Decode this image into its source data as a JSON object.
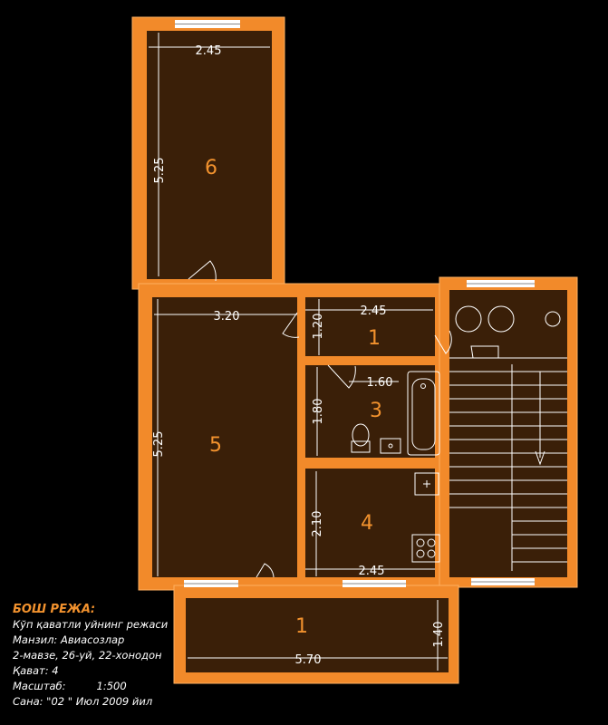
{
  "rooms": {
    "room6": {
      "number": "6",
      "width": "2.45",
      "length": "5.25"
    },
    "room5": {
      "number": "5",
      "width": "3.20",
      "length": "5.25"
    },
    "room1_top": {
      "number": "1",
      "width": "2.45",
      "depth": "1.20"
    },
    "room3": {
      "number": "3",
      "width": "1.60",
      "length": "1.80"
    },
    "room4": {
      "number": "4",
      "width": "2.45",
      "length": "2.10"
    },
    "room1_balcony": {
      "number": "1",
      "width": "5.70",
      "depth": "1.40"
    }
  },
  "legend": {
    "title": "БОШ РЕЖА:",
    "subtitle": "Кўп қаватли уйнинг режаси",
    "address": "Манзил:  Авиасозлар",
    "location": "2-мавзе, 26-уй, 22-хонодон",
    "floor": "Қават:  4",
    "scale_label": "Масштаб:",
    "scale_value": "1:500",
    "date": "Сана: \"02 \" Июл 2009 йил"
  },
  "colors": {
    "wall": "#f28a2a",
    "floor": "#3a1f08",
    "room_number": "#f2922e",
    "background": "#000000"
  }
}
